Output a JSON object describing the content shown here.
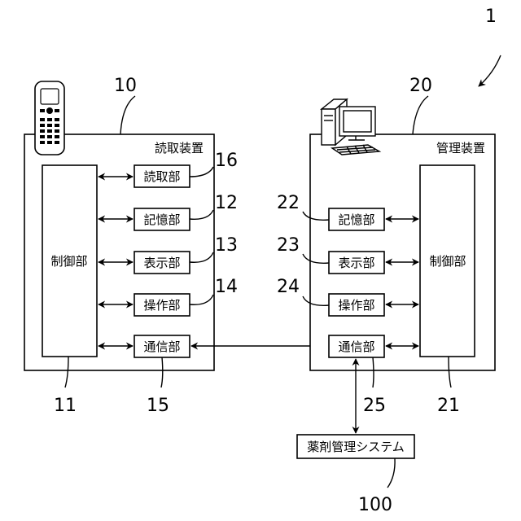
{
  "system_ref": "1",
  "reader": {
    "ref": "10",
    "title": "読取装置",
    "control": {
      "label": "制御部",
      "ref": "11"
    },
    "units": [
      {
        "label": "読取部",
        "ref": "16"
      },
      {
        "label": "記憶部",
        "ref": "12"
      },
      {
        "label": "表示部",
        "ref": "13"
      },
      {
        "label": "操作部",
        "ref": "14"
      },
      {
        "label": "通信部",
        "ref": "15"
      }
    ]
  },
  "manager": {
    "ref": "20",
    "title": "管理装置",
    "control": {
      "label": "制御部",
      "ref": "21"
    },
    "units": [
      {
        "label": "記憶部",
        "ref": "22"
      },
      {
        "label": "表示部",
        "ref": "23"
      },
      {
        "label": "操作部",
        "ref": "24"
      },
      {
        "label": "通信部",
        "ref": "25"
      }
    ]
  },
  "external": {
    "label": "薬剤管理システム",
    "ref": "100"
  },
  "icons": {
    "reader": "handheld-reader-icon",
    "manager": "desktop-computer-icon"
  }
}
